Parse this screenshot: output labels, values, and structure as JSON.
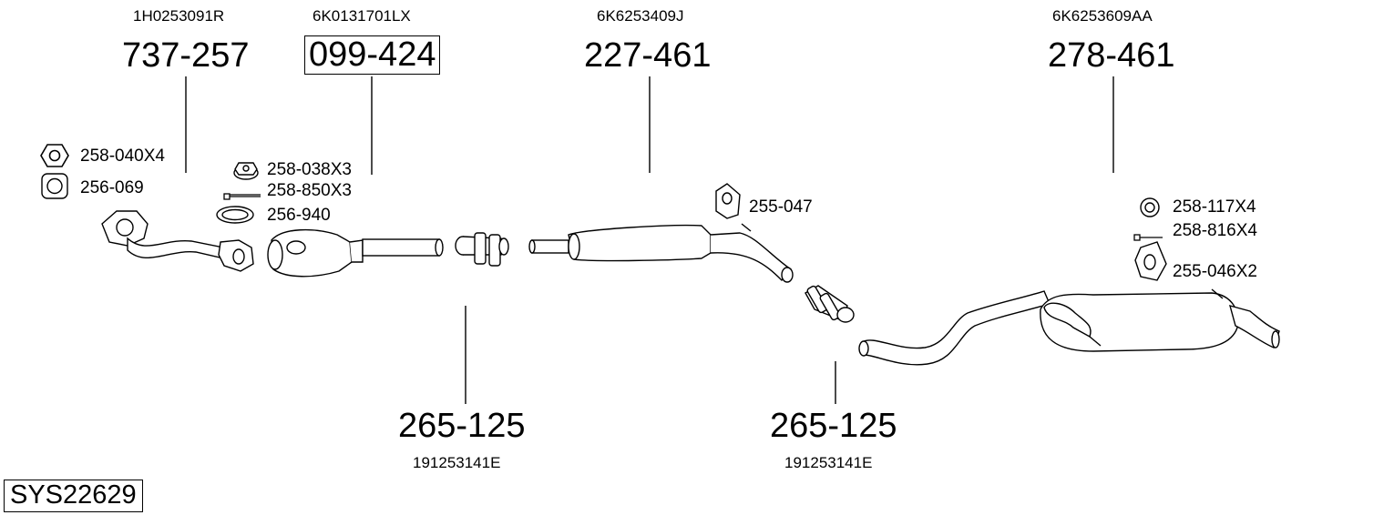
{
  "system_id": "SYS22629",
  "parts": {
    "front_pipe": {
      "oem": "1H0253091R",
      "number": "737-257"
    },
    "catalyst": {
      "oem": "6K0131701LX",
      "number": "099-424"
    },
    "middle_silencer": {
      "oem": "6K6253409J",
      "number": "227-461"
    },
    "rear_silencer": {
      "oem": "6K6253609AA",
      "number": "278-461"
    },
    "clamp_1": {
      "oem": "191253141E",
      "number": "265-125"
    },
    "clamp_2": {
      "oem": "191253141E",
      "number": "265-125"
    }
  },
  "accessories": {
    "nut_1": "258-040X4",
    "gasket_1": "256-069",
    "nut_2": "258-038X3",
    "bolt_1": "258-850X3",
    "ring_gasket": "256-940",
    "hanger_1": "255-047",
    "washer": "258-117X4",
    "bolt_2": "258-816X4",
    "hanger_2": "255-046X2"
  }
}
